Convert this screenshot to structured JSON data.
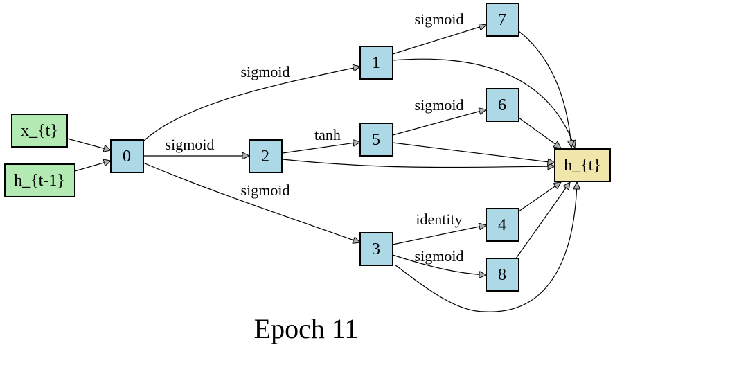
{
  "colors": {
    "input_node": "#b3eab3",
    "op_node": "#add8e6",
    "output_node": "#f0e6aa",
    "arrowhead": "#b0b0b0"
  },
  "nodes": {
    "x_t": {
      "label": "x_{t}"
    },
    "h_prev": {
      "label": "h_{t-1}"
    },
    "n0": {
      "label": "0"
    },
    "n1": {
      "label": "1"
    },
    "n2": {
      "label": "2"
    },
    "n3": {
      "label": "3"
    },
    "n4": {
      "label": "4"
    },
    "n5": {
      "label": "5"
    },
    "n6": {
      "label": "6"
    },
    "n7": {
      "label": "7"
    },
    "n8": {
      "label": "8"
    },
    "h_t": {
      "label": "h_{t}"
    }
  },
  "edge_labels": {
    "e0_1": "sigmoid",
    "e0_2": "sigmoid",
    "e0_3": "sigmoid",
    "e1_7": "sigmoid",
    "e2_5": "tanh",
    "e5_6": "sigmoid",
    "e3_4": "identity",
    "e3_8": "sigmoid"
  },
  "caption": "Epoch 11"
}
